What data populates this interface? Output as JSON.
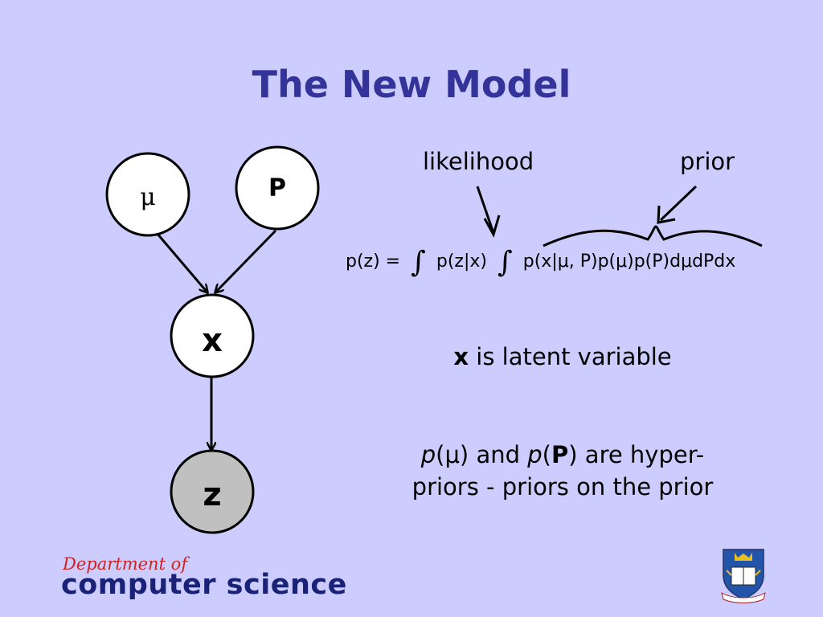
{
  "slide": {
    "title": "The New Model"
  },
  "graph": {
    "nodes": {
      "mu": "μ",
      "P": "P",
      "x": "x",
      "z": "z"
    }
  },
  "annotations": {
    "likelihood": "likelihood",
    "prior": "prior"
  },
  "equation": {
    "lhs": "p(z) =",
    "likelihood_term": "p(z|x)",
    "prior_term": "p(x|μ, P)p(μ)p(P)dμdPdx"
  },
  "notes": {
    "latent_bold": "x",
    "latent_rest": " is latent variable",
    "hyper_p1": "p",
    "hyper_mu": "(μ) and ",
    "hyper_p2": "p",
    "hyper_P_open": "(",
    "hyper_P": "P",
    "hyper_rest": ") are hyper-",
    "hyper_line2": "priors - priors on the prior"
  },
  "footer": {
    "dept": "Department of",
    "name": "computer science"
  },
  "colors": {
    "background": "#ccccff",
    "title": "#333399",
    "observed_node": "#c0c0c0",
    "latent_node": "#ffffff",
    "footer_dept": "#cc2222",
    "footer_name": "#1a2277"
  }
}
